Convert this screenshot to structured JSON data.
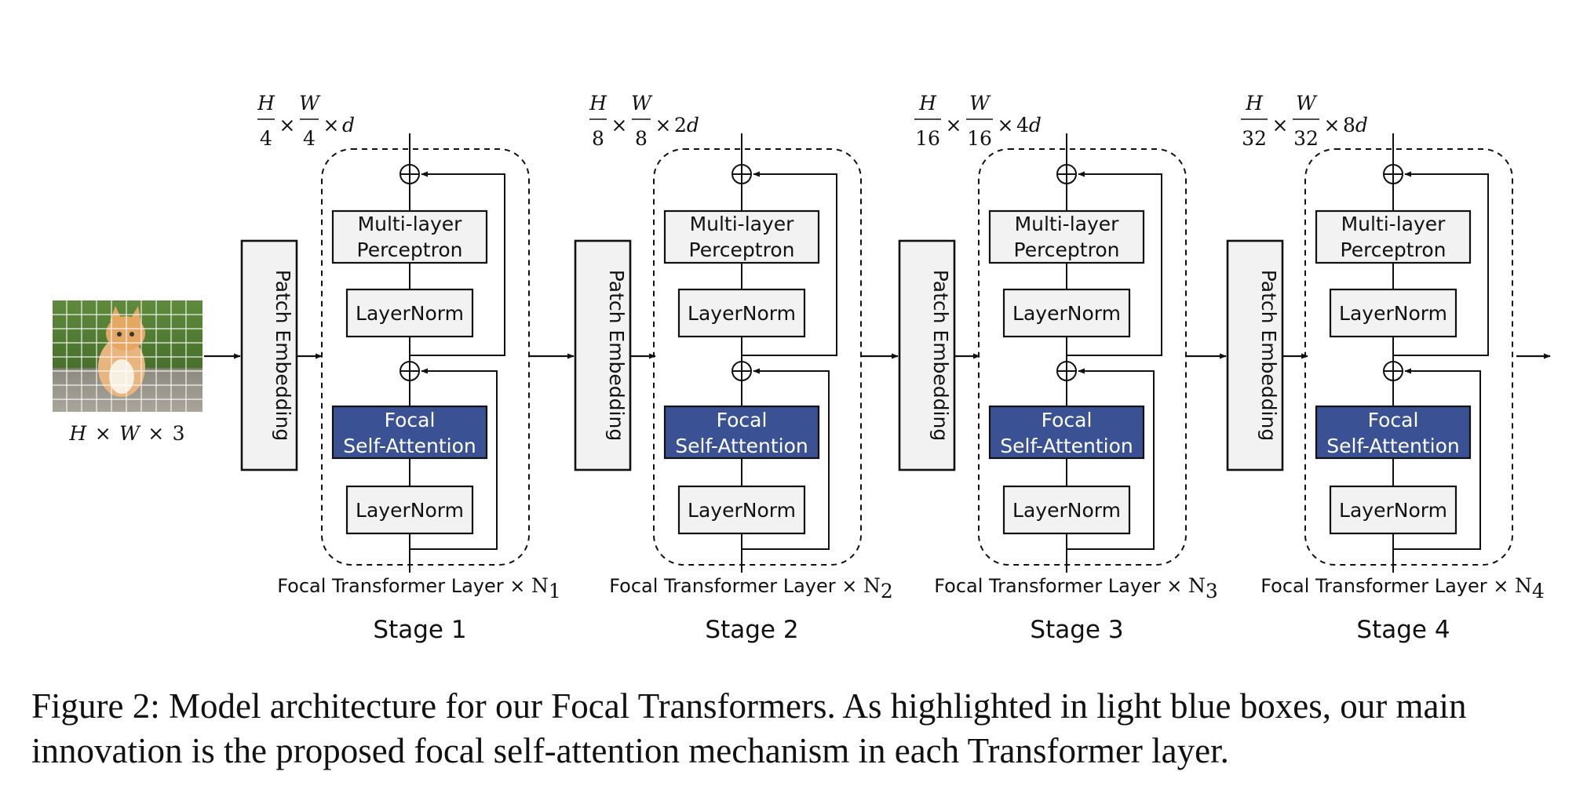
{
  "figure": {
    "input": {
      "label_parts": [
        "H",
        "×",
        "W",
        "×",
        "3"
      ]
    },
    "patch_embedding_label": "Patch Embedding",
    "block_labels": {
      "mlp_line1": "Multi-layer",
      "mlp_line2": "Perceptron",
      "layernorm": "LayerNorm",
      "fsa_line1": "Focal",
      "fsa_line2": "Self-Attention"
    },
    "stages": [
      {
        "name": "Stage 1",
        "ftl_text": "Focal Transformer Layer ×",
        "n_sub": "1",
        "dims": {
          "h_num": "H",
          "h_den": "4",
          "w_num": "W",
          "w_den": "4",
          "depth": "d",
          "coef": ""
        }
      },
      {
        "name": "Stage 2",
        "ftl_text": "Focal Transformer Layer ×",
        "n_sub": "2",
        "dims": {
          "h_num": "H",
          "h_den": "8",
          "w_num": "W",
          "w_den": "8",
          "depth": "d",
          "coef": "2"
        }
      },
      {
        "name": "Stage 3",
        "ftl_text": "Focal Transformer Layer ×",
        "n_sub": "3",
        "dims": {
          "h_num": "H",
          "h_den": "16",
          "w_num": "W",
          "w_den": "16",
          "depth": "d",
          "coef": "4"
        }
      },
      {
        "name": "Stage 4",
        "ftl_text": "Focal Transformer Layer ×",
        "n_sub": "4",
        "dims": {
          "h_num": "H",
          "h_den": "32",
          "w_num": "W",
          "w_den": "32",
          "depth": "d",
          "coef": "8"
        }
      }
    ],
    "n_symbol": "N",
    "times_symbol": "×",
    "colors": {
      "fsa_fill": "#3a5294",
      "box_fill": "#f2f2f2",
      "stroke": "#111111"
    }
  },
  "caption": {
    "text": "Figure 2: Model architecture for our Focal Transformers. As highlighted in light blue boxes, our main innovation is the proposed focal self-attention mechanism in each Transformer layer."
  }
}
